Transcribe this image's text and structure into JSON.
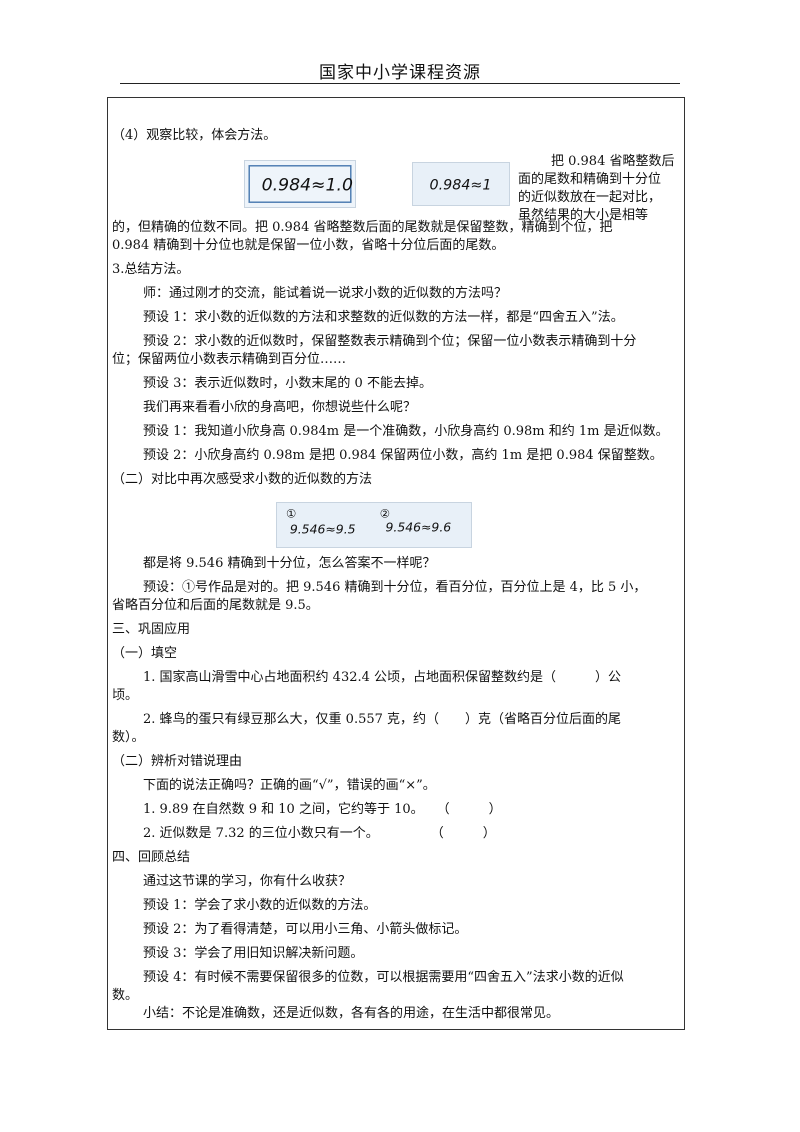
{
  "header": {
    "title": "国家中小学课程资源"
  },
  "lines": {
    "l01": "（4）观察比较，体会方法。",
    "l02a": "把 0.984 省略整数后",
    "l02b": "面的尾数和精确到十分位",
    "l02c": "的近似数放在一起对比，",
    "l02d": "虽然结果的大小是相等",
    "l03": "的，但精确的位数不同。把 0.984 省略整数后面的尾数就是保留整数，精确到个位，把",
    "l04": "0.984 精确到十分位也就是保留一位小数，省略十分位后面的尾数。",
    "l05": "3.总结方法。",
    "l06": "师：通过刚才的交流，能试着说一说求小数的近似数的方法吗？",
    "l07": "预设 1：求小数的近似数的方法和求整数的近似数的方法一样，都是“四舍五入”法。",
    "l08": "预设 2：求小数的近似数时，保留整数表示精确到个位；保留一位小数表示精确到十分",
    "l09": "位；保留两位小数表示精确到百分位……",
    "l10": "预设 3：表示近似数时，小数末尾的 0 不能去掉。",
    "l11": "我们再来看看小欣的身高吧，你想说些什么呢？",
    "l12": "预设 1：我知道小欣身高 0.984m 是一个准确数，小欣身高约 0.98m 和约 1m 是近似数。",
    "l13": "预设 2：小欣身高约 0.98m 是把 0.984 保留两位小数，高约 1m 是把 0.984 保留整数。",
    "l14": "（二）对比中再次感受求小数的近似数的方法",
    "l15": "都是将 9.546 精确到十分位，怎么答案不一样呢？",
    "l16": "预设：①号作品是对的。把 9.546 精确到十分位，看百分位，百分位上是 4，比 5 小，",
    "l17": "省略百分位和后面的尾数就是 9.5。",
    "l18": "三、巩固应用",
    "l19": "（一）填空",
    "l20": "1. 国家高山滑雪中心占地面积约 432.4 公顷，占地面积保留整数约是（　　　）公",
    "l21": "顷。",
    "l22": "2. 蜂鸟的蛋只有绿豆那么大，仅重 0.557 克，约（　　）克（省略百分位后面的尾",
    "l23": "数）。",
    "l24": "（二）辨析对错说理由",
    "l25": "下面的说法正确吗？正确的画“√”，错误的画“×”。",
    "l26": "1. 9.89 在自然数 9 和 10 之间，它约等于 10。　　（　　　）",
    "l27": "2. 近似数是 7.32 的三位小数只有一个。　　　　　（　　　）",
    "l28": "四、回顾总结",
    "l29": "通过这节课的学习，你有什么收获？",
    "l30": "预设 1：学会了求小数的近似数的方法。",
    "l31": "预设 2：为了看得清楚，可以用小三角、小箭头做标记。",
    "l32": "预设 3：学会了用旧知识解决新问题。",
    "l33": "预设 4：有时候不需要保留很多的位数，可以根据需要用“四舍五入”法求小数的近似",
    "l34": "数。",
    "l35": "小结：不论是准确数，还是近似数，各有各的用途，在生活中都很常见。"
  },
  "handwriting": {
    "img1": "0.984≈1.0",
    "img2": "0.984≈1",
    "img3a_num": "①",
    "img3a": "9.546≈9.5",
    "img3b_num": "②",
    "img3b": "9.546≈9.6"
  }
}
